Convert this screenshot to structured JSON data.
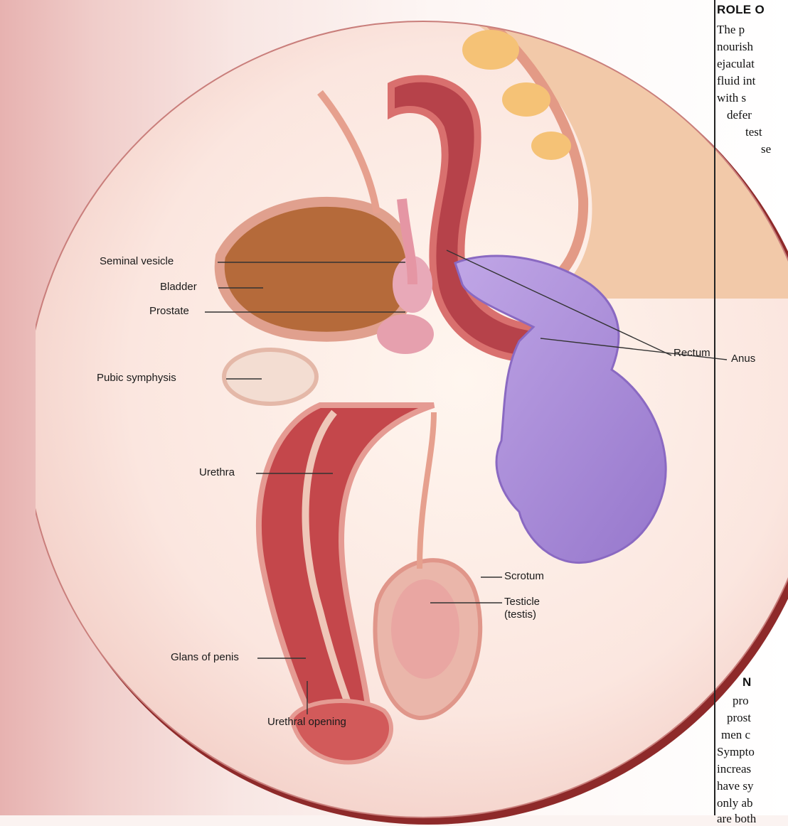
{
  "labels": {
    "seminal_vesicle": "Seminal vesicle",
    "bladder": "Bladder",
    "prostate": "Prostate",
    "pubic_symphysis": "Pubic symphysis",
    "urethra": "Urethra",
    "glans_of_penis": "Glans of penis",
    "urethral_opening": "Urethral opening",
    "scrotum": "Scrotum",
    "testicle": "Testicle",
    "testis": "(testis)",
    "rectum": "Rectum",
    "anus": "Anus"
  },
  "side_text": {
    "heading_top": "ROLE O",
    "lines_top": [
      "The p",
      "nourish",
      "ejaculat",
      "fluid int",
      "with s",
      "defer",
      "test",
      "se"
    ],
    "heading_bottom": "N",
    "lines_bottom": [
      "pro",
      "prost",
      "men c",
      "Sympto",
      "increas",
      "have sy",
      "only ab",
      "are both"
    ]
  },
  "colors": {
    "disc_edge": "#a23a3a",
    "glove": "#a98bd6",
    "tissue": "#d9706e"
  }
}
